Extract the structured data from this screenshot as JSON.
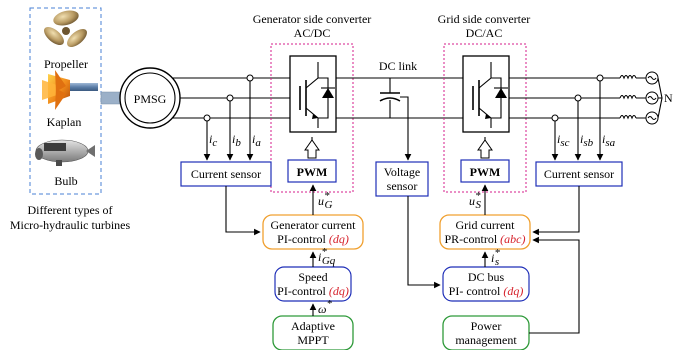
{
  "turbines": {
    "items": [
      "Propeller",
      "Kaplan",
      "Bulb"
    ],
    "caption_line1": "Different types of",
    "caption_line2": "Micro-hydraulic turbines"
  },
  "machine": {
    "label": "PMSG"
  },
  "gen_converter": {
    "title": "Generator side converter",
    "subtitle": "AC/DC"
  },
  "grid_converter": {
    "title": "Grid side converter",
    "subtitle": "DC/AC"
  },
  "dc_link": {
    "label": "DC link"
  },
  "grid": {
    "label": "N"
  },
  "gen_currents": {
    "c": "i",
    "c_sub": "c",
    "b": "i",
    "b_sub": "b",
    "a": "i",
    "a_sub": "a"
  },
  "grid_currents": {
    "c": "i",
    "c_sub": "sc",
    "b": "i",
    "b_sub": "sb",
    "a": "i",
    "a_sub": "sa"
  },
  "blocks": {
    "current_sensor_left": "Current sensor",
    "pwm_left": "PWM",
    "voltage_sensor_line1": "Voltage",
    "voltage_sensor_line2": "sensor",
    "pwm_right": "PWM",
    "current_sensor_right": "Current sensor",
    "gen_current_line1": "Generator current",
    "gen_current_line2": "PI-control ",
    "gen_current_tag": "(dq)",
    "speed_line1": "Speed",
    "speed_line2": "PI-control ",
    "speed_tag": "(dq)",
    "mppt_line1": "Adaptive",
    "mppt_line2": "MPPT",
    "grid_current_line1": "Grid current",
    "grid_current_line2": "PR-control ",
    "grid_current_tag": "(abc)",
    "dcbus_line1": "DC bus",
    "dcbus_line2": "PI- control ",
    "dcbus_tag": "(dq)",
    "power_line1": "Power",
    "power_line2": "management"
  },
  "signals": {
    "uG": "u",
    "uG_sub": "G",
    "uG_sup": "*",
    "iGq": "i",
    "iGq_sub": "Gq",
    "iGq_sup": "*",
    "omega": "ω",
    "omega_sup": "*",
    "uS": "u",
    "uS_sub": "S",
    "uS_sup": "*",
    "iS": "i",
    "iS_sub": "s",
    "iS_sup": "*"
  },
  "colors": {
    "sensor_border": "#1f2fb8",
    "controller_border": "#f0a030",
    "reference_border": "#2f9a3a",
    "converter_outline": "#d61e8b",
    "tag_text": "#d6202a",
    "turbine_frame": "#4a82d6"
  }
}
